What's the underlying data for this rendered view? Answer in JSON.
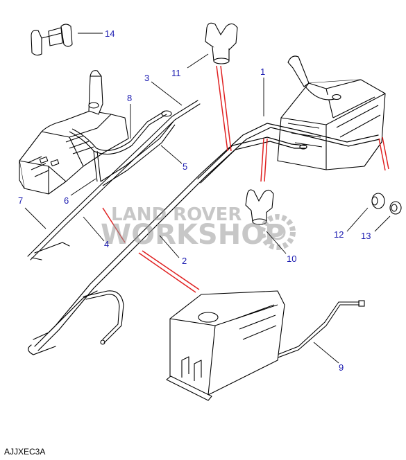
{
  "figure": {
    "reference_code": "AJJXEC3A",
    "callouts": [
      {
        "id": "c1",
        "label": "1"
      },
      {
        "id": "c2",
        "label": "2"
      },
      {
        "id": "c3",
        "label": "3"
      },
      {
        "id": "c4",
        "label": "4"
      },
      {
        "id": "c5",
        "label": "5"
      },
      {
        "id": "c6",
        "label": "6"
      },
      {
        "id": "c7",
        "label": "7"
      },
      {
        "id": "c8",
        "label": "8"
      },
      {
        "id": "c9",
        "label": "9"
      },
      {
        "id": "c10",
        "label": "10"
      },
      {
        "id": "c11",
        "label": "11"
      },
      {
        "id": "c12",
        "label": "12"
      },
      {
        "id": "c13",
        "label": "13"
      },
      {
        "id": "c14",
        "label": "14"
      }
    ],
    "watermark": {
      "line1": "LAND ROVER",
      "line2": "WORKSHOP"
    },
    "colors": {
      "callout": "#1a1ab0",
      "indicator": "#e02020",
      "line": "#000000",
      "watermark": "#9a9a9a"
    }
  }
}
